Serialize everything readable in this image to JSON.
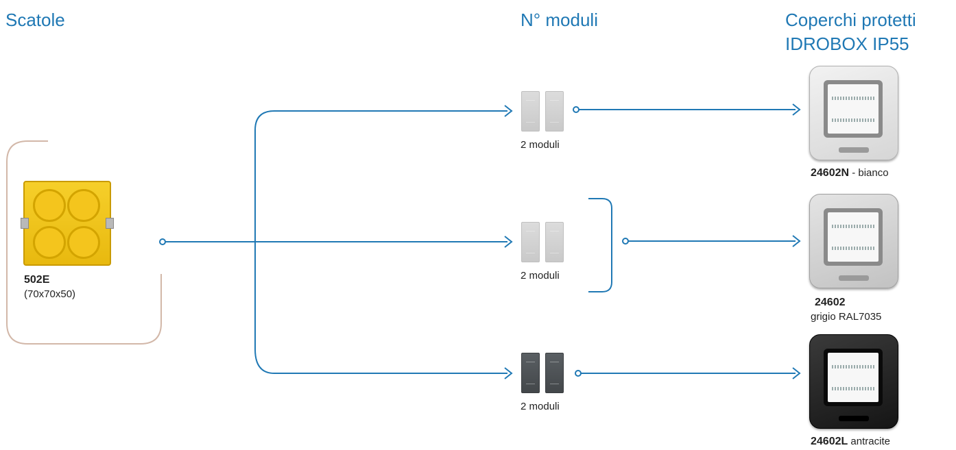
{
  "headers": {
    "scatole": "Scatole",
    "moduli": "N° moduli",
    "coperchi_line1": "Coperchi protetti",
    "coperchi_line2": "IDROBOX IP55"
  },
  "box": {
    "code": "502E",
    "size": "(70x70x50)"
  },
  "modules": [
    {
      "label": "2 moduli",
      "color": "light"
    },
    {
      "label": "2 moduli",
      "color": "light"
    },
    {
      "label": "2 moduli",
      "color": "dark"
    }
  ],
  "covers": [
    {
      "code": "24602N",
      "desc": " - bianco",
      "variant": "white"
    },
    {
      "code": "24602",
      "desc": "grigio RAL7035",
      "variant": "grey"
    },
    {
      "code": "24602L",
      "desc": " antracite",
      "variant": "black"
    }
  ],
  "colors": {
    "accent": "#1f78b4",
    "bracket": "#d2b7a8"
  }
}
